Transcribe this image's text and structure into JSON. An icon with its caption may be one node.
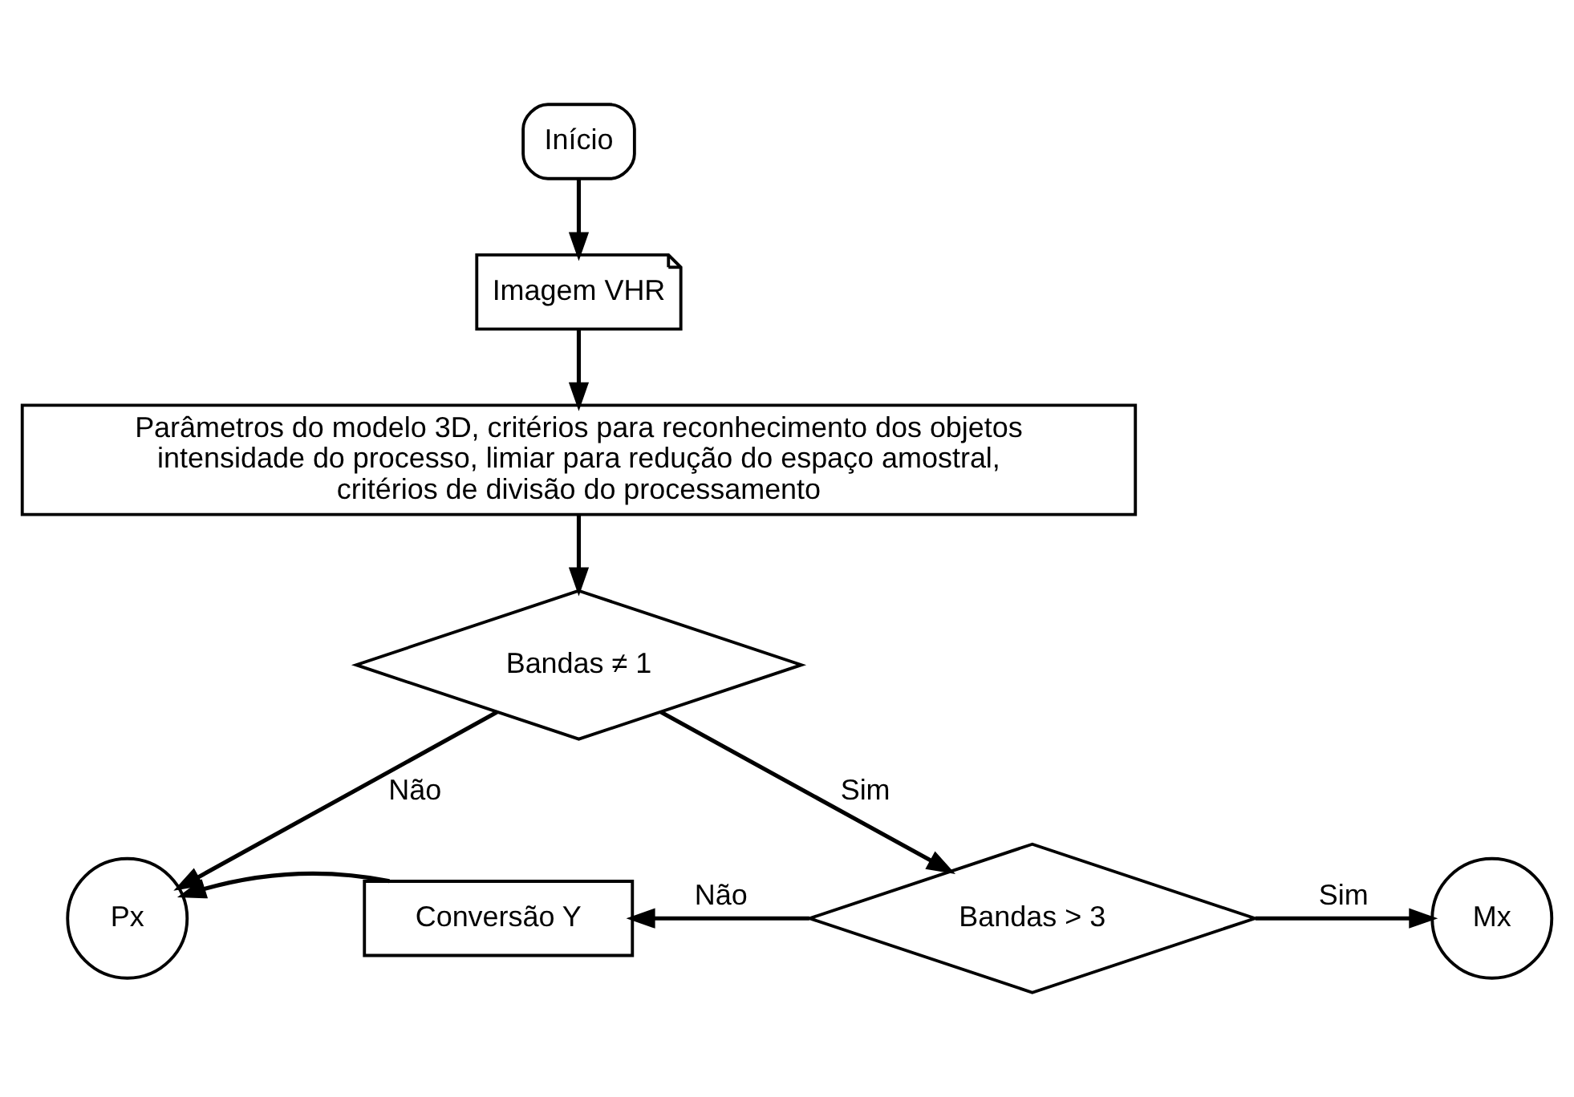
{
  "diagram": {
    "nodes": [
      {
        "text": [
          "Início"
        ]
      },
      {
        "text": [
          "Imagem VHR"
        ]
      },
      {
        "text": [
          "Parâmetros do modelo 3D, critérios para reconhecimento dos objetos intensidade do processo, limiar para redução do espaço amostral, critérios de divisão do processamento"
        ]
      },
      {
        "text": [
          "Bandas ≠ 1"
        ]
      },
      {
        "text": [
          "Px"
        ]
      },
      {
        "text": [
          "Conversão Y"
        ]
      },
      {
        "text": [
          "Bandas > 3"
        ]
      },
      {
        "text": [
          "Mx"
        ]
      }
    ],
    "edges": [
      {
        "from": 0,
        "to": 1,
        "arrow": "to"
      },
      {
        "from": 1,
        "to": 2,
        "arrow": "to"
      },
      {
        "from": 2,
        "to": 3,
        "arrow": "to"
      },
      {
        "from": 3,
        "to": 4,
        "arrow": "to",
        "label": "Não"
      },
      {
        "from": 3,
        "to": 6,
        "arrow": "to",
        "label": "Sim"
      },
      {
        "from": 6,
        "to": 5,
        "arrow": "to",
        "label": "Não"
      },
      {
        "from": 5,
        "to": 4,
        "arrow": "to"
      },
      {
        "from": 6,
        "to": 7,
        "arrow": "to",
        "label": "Sim"
      }
    ]
  }
}
